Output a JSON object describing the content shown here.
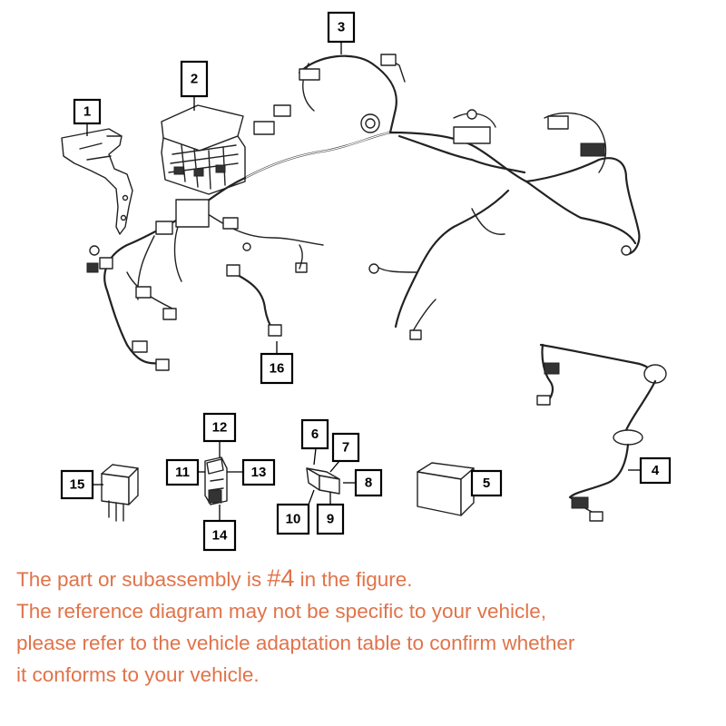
{
  "callouts": [
    "1",
    "2",
    "3",
    "4",
    "5",
    "6",
    "7",
    "8",
    "9",
    "10",
    "11",
    "12",
    "13",
    "14",
    "15",
    "16"
  ],
  "caption": {
    "line1_before": "The part or subassembly is ",
    "line1_highlight": "#4",
    "line1_after": " in the figure.",
    "line2": "The reference diagram may not be specific to your vehicle,",
    "line3": "please refer to the vehicle adaptation table to confirm whether",
    "line4": "it conforms to your vehicle."
  },
  "colors": {
    "caption": "#e0734a",
    "lines": "#222222"
  }
}
